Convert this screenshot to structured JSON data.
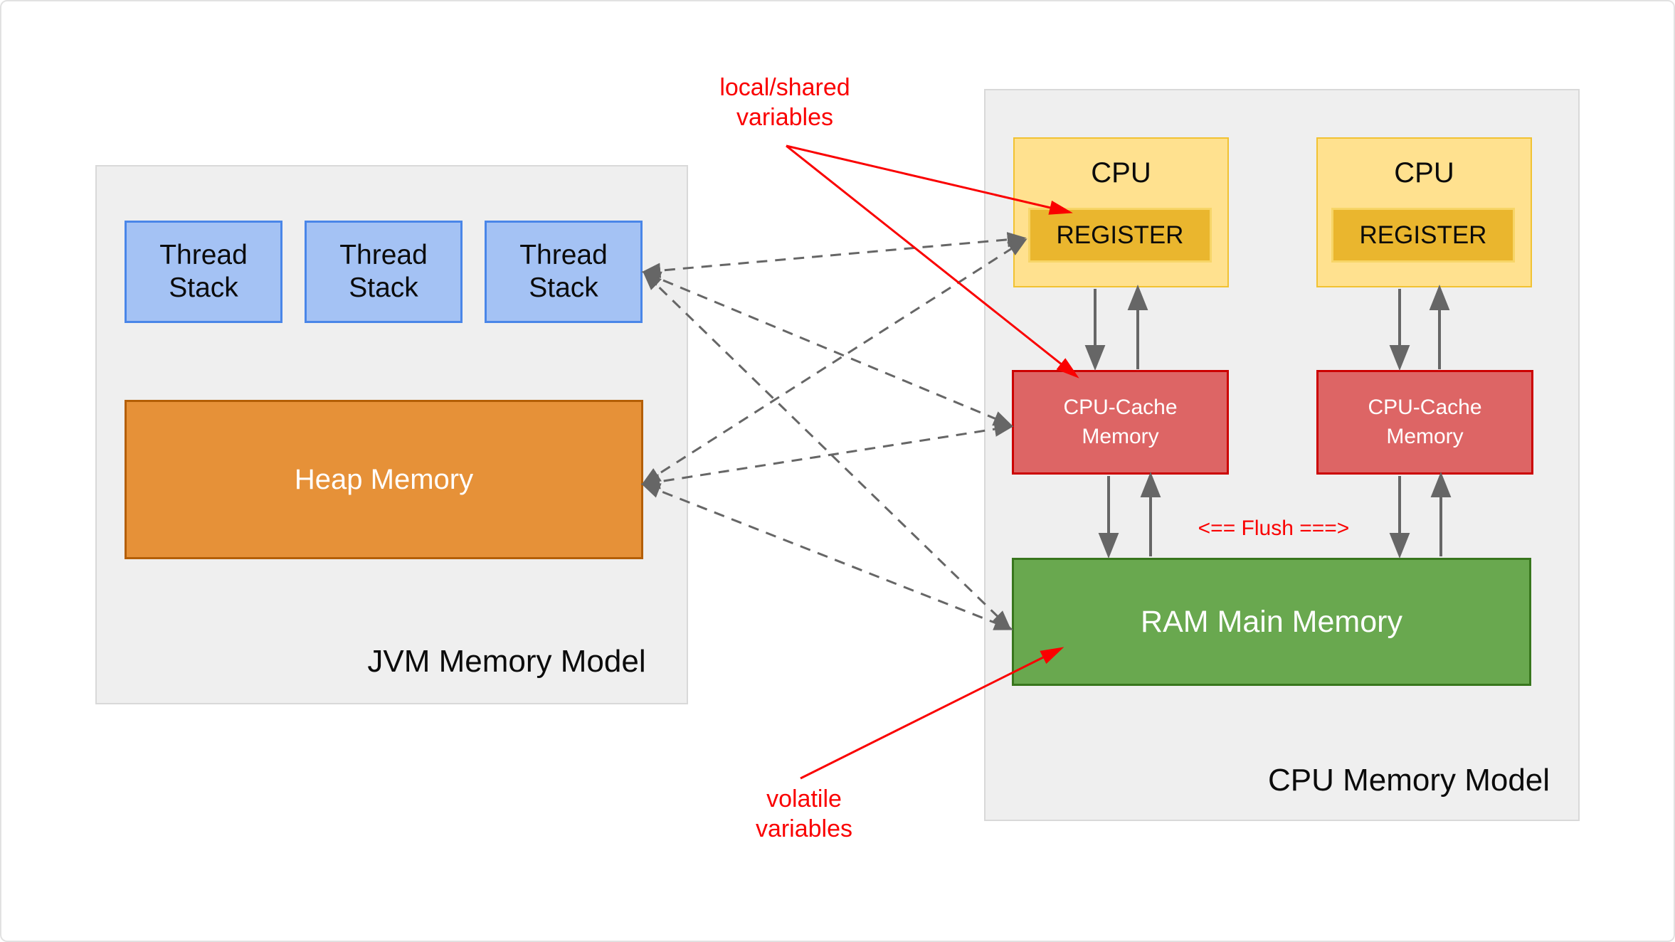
{
  "colors": {
    "canvas-border": "#e2e2e2",
    "panel-bg": "#efefef",
    "panel-border": "#d9d9d9",
    "thread-fill": "#a4c2f4",
    "thread-border": "#4a86e8",
    "heap-fill": "#e69138",
    "heap-border": "#b45f06",
    "cpu-fill": "#ffe18f",
    "cpu-border": "#f1c232",
    "register-fill": "#eab62e",
    "register-border": "#f7d567",
    "cache-fill": "#dd6565",
    "cache-border": "#cc0000",
    "ram-fill": "#69a84f",
    "ram-border": "#38761d",
    "arrow-gray": "#666666",
    "accent-red": "#fa0000",
    "text-dark": "#0b0b0b",
    "text-light": "#ffffff"
  },
  "jvm": {
    "title": "JVM Memory Model",
    "thread_stacks": [
      {
        "label": "Thread Stack"
      },
      {
        "label": "Thread Stack"
      },
      {
        "label": "Thread Stack"
      }
    ],
    "heap_label": "Heap Memory"
  },
  "cpu": {
    "title": "CPU Memory Model",
    "units": [
      {
        "cpu_label": "CPU",
        "register_label": "REGISTER",
        "cache_label": "CPU-Cache Memory"
      },
      {
        "cpu_label": "CPU",
        "register_label": "REGISTER",
        "cache_label": "CPU-Cache Memory"
      }
    ],
    "ram_label": "RAM Main Memory",
    "flush_label": "<== Flush ===>"
  },
  "annotations": {
    "local_shared_line1": "local/shared",
    "local_shared_line2": "variables",
    "volatile_label": "volatile variables"
  }
}
